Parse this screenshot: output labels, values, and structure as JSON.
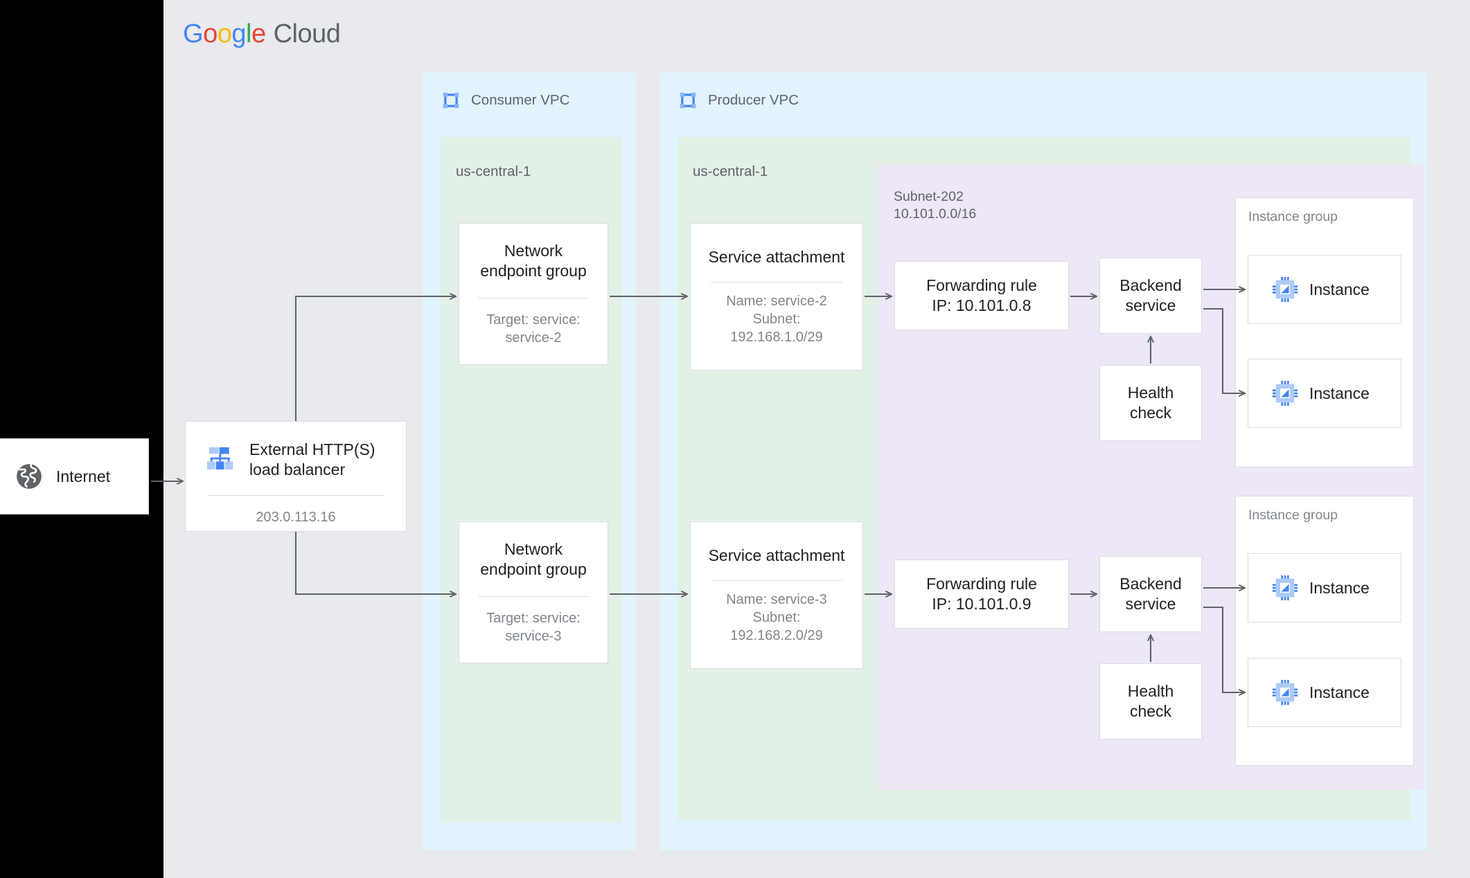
{
  "brand": {
    "logo_google": "Google",
    "logo_cloud": "Cloud",
    "letters": [
      "G",
      "o",
      "o",
      "g",
      "l",
      "e"
    ]
  },
  "internet": {
    "label": "Internet",
    "icon": "globe-icon"
  },
  "load_balancer": {
    "title": "External HTTP(S)\nload balancer",
    "ip": "203.0.113.16",
    "icon": "load-balancer-icon"
  },
  "consumer_vpc": {
    "label": "Consumer VPC",
    "icon": "vpc-icon",
    "region": "us-central-1",
    "negs": [
      {
        "title": "Network\nendpoint group",
        "sub": "Target: service:\nservice-2"
      },
      {
        "title": "Network\nendpoint group",
        "sub": "Target: service:\nservice-3"
      }
    ]
  },
  "producer_vpc": {
    "label": "Producer VPC",
    "icon": "vpc-icon",
    "region": "us-central-1",
    "subnet": {
      "name": "Subnet-202",
      "cidr": "10.101.0.0/16"
    },
    "service_attachments": [
      {
        "title": "Service attachment",
        "sub": "Name: service-2\nSubnet:\n192.168.1.0/29"
      },
      {
        "title": "Service attachment",
        "sub": "Name: service-3\nSubnet:\n192.168.2.0/29"
      }
    ],
    "forwarding_rules": [
      {
        "label": "Forwarding rule\nIP: 10.101.0.8"
      },
      {
        "label": "Forwarding rule\nIP: 10.101.0.9"
      }
    ],
    "backend_services": [
      {
        "label": "Backend\nservice"
      },
      {
        "label": "Backend\nservice"
      }
    ],
    "health_checks": [
      {
        "label": "Health\ncheck"
      },
      {
        "label": "Health\ncheck"
      }
    ],
    "instance_groups": [
      {
        "label": "Instance group",
        "instances": [
          {
            "name": "Instance",
            "icon": "instance-icon"
          },
          {
            "name": "Instance",
            "icon": "instance-icon"
          }
        ]
      },
      {
        "label": "Instance group",
        "instances": [
          {
            "name": "Instance",
            "icon": "instance-icon"
          },
          {
            "name": "Instance",
            "icon": "instance-icon"
          }
        ]
      }
    ]
  },
  "colors": {
    "canvas": "#e8eaed",
    "vpc_fill": "#e1f3fd",
    "region_fill": "#e3f0e6",
    "subnet_fill": "#ede7f6",
    "card_border": "#dadce0",
    "wire": "#5f6368",
    "accent_blue": "#4285f4",
    "text_primary": "#202124",
    "text_secondary": "#5f6368",
    "text_muted": "#80868b"
  }
}
